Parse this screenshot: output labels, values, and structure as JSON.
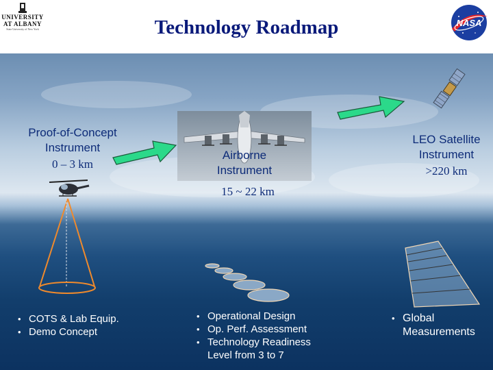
{
  "slide": {
    "title": "Technology Roadmap",
    "logos": {
      "university": {
        "line1": "UNIVERSITY",
        "line2": "AT ALBANY",
        "line3": "State University of New York"
      },
      "nasa": {
        "text": "NASA"
      }
    }
  },
  "stages": [
    {
      "label_line1": "Proof-of-Concept",
      "label_line2": "Instrument",
      "range": "0 – 3 km",
      "bullets": [
        "COTS & Lab Equip.",
        "Demo Concept"
      ]
    },
    {
      "label_line1": "Airborne",
      "label_line2": "Instrument",
      "range": "15 ~ 22 km",
      "bullets": [
        "Operational Design",
        "Op. Perf. Assessment",
        "Technology Readiness",
        "Level from 3 to 7"
      ]
    },
    {
      "label_line1": "LEO Satellite",
      "label_line2": "Instrument",
      "range": ">220 km",
      "bullets": [
        "Global",
        "Measurements"
      ]
    }
  ],
  "colors": {
    "title": "#0a1a7a",
    "label": "#0d2b78",
    "arrow": "#2bd98a",
    "cone": "#f08a2c",
    "bullet_text": "#ffffff"
  },
  "icons": [
    "helicopter-icon",
    "airplane-photo",
    "satellite-icon",
    "nasa-logo",
    "university-crest"
  ]
}
